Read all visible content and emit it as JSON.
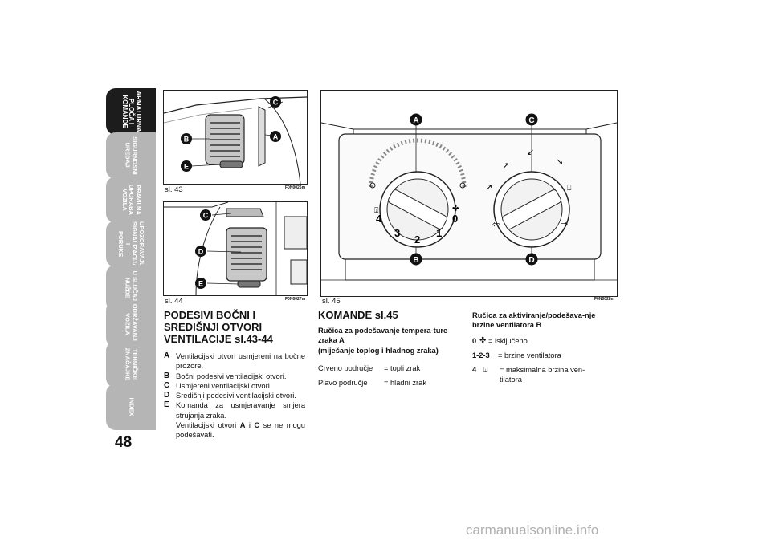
{
  "page_number": "48",
  "side_tabs": [
    {
      "label": "ARMATURNA\nPLOČA I\nKOMANDE",
      "active": true
    },
    {
      "label": "SIGURNOSNI\nUREĐAJI",
      "active": false
    },
    {
      "label": "PRAVILNA\nUPORABA\nVOZILA",
      "active": false
    },
    {
      "label": "UPOZORAVAJUĆA\nSIGNALIZACIJA I\nPORUKE",
      "active": false
    },
    {
      "label": "U SLUČAJU\nNUŽDE",
      "active": false
    },
    {
      "label": "ODRŽAVANJE\nVOZILA",
      "active": false
    },
    {
      "label": "TEHNIČKE\nZNAČAJKE",
      "active": false
    },
    {
      "label": "INDEX",
      "active": false
    }
  ],
  "figures": {
    "fig43": {
      "caption": "sl. 43",
      "code": "F0N0026m",
      "markers": [
        "C",
        "A",
        "B",
        "E"
      ]
    },
    "fig44": {
      "caption": "sl. 44",
      "code": "F0N0027m",
      "markers": [
        "C",
        "D",
        "E"
      ]
    },
    "fig45": {
      "caption": "sl. 45",
      "code": "F0N0028m",
      "markers": [
        "A",
        "C",
        "B",
        "D"
      ],
      "dial_numbers": [
        "4",
        "0",
        "3",
        "1",
        "2"
      ]
    }
  },
  "section1": {
    "title": "PODESIVI BOČNI I SREDIŠNJI OTVORI VENTILACIJE sl.43-44",
    "items": [
      {
        "key": "A",
        "text": "Ventilacijski otvori usmjereni na bočne prozore."
      },
      {
        "key": "B",
        "text": "Bočni podesivi ventilacijski otvori."
      },
      {
        "key": "C",
        "text": "Usmjereni ventilacijski otvori"
      },
      {
        "key": "D",
        "text": "Središnji podesivi ventilacijski otvori."
      },
      {
        "key": "E",
        "text": "Komanda za usmjeravanje smjera strujanja zraka."
      }
    ],
    "note_prefix": "Ventilacijski otvori",
    "note_a": "A",
    "note_i": "i",
    "note_c": "C",
    "note_suffix": "se ne mogu podešavati."
  },
  "section2": {
    "title": "KOMANDE sl.45",
    "subtitle": "Ručica za podešavanje tempera-ture zraka A",
    "subtitle2": "(miješanje toplog i hladnog zraka)",
    "rows": [
      {
        "label": "Crveno područje",
        "value": "= topli zrak"
      },
      {
        "label": "Plavo područje",
        "value": "= hladni zrak"
      }
    ]
  },
  "section3": {
    "title": "Ručica za aktiviranje/podešava-nje brzine ventilatora B",
    "rows": [
      {
        "key": "0",
        "icon": "fan-icon",
        "value": "= isključeno"
      },
      {
        "key": "1-2-3",
        "value": "= brzine ventilatora"
      },
      {
        "key": "4",
        "icon": "defrost-icon",
        "value": "= maksimalna brzina ven-tilatora"
      }
    ]
  },
  "watermark": "carmanualsonline.info"
}
